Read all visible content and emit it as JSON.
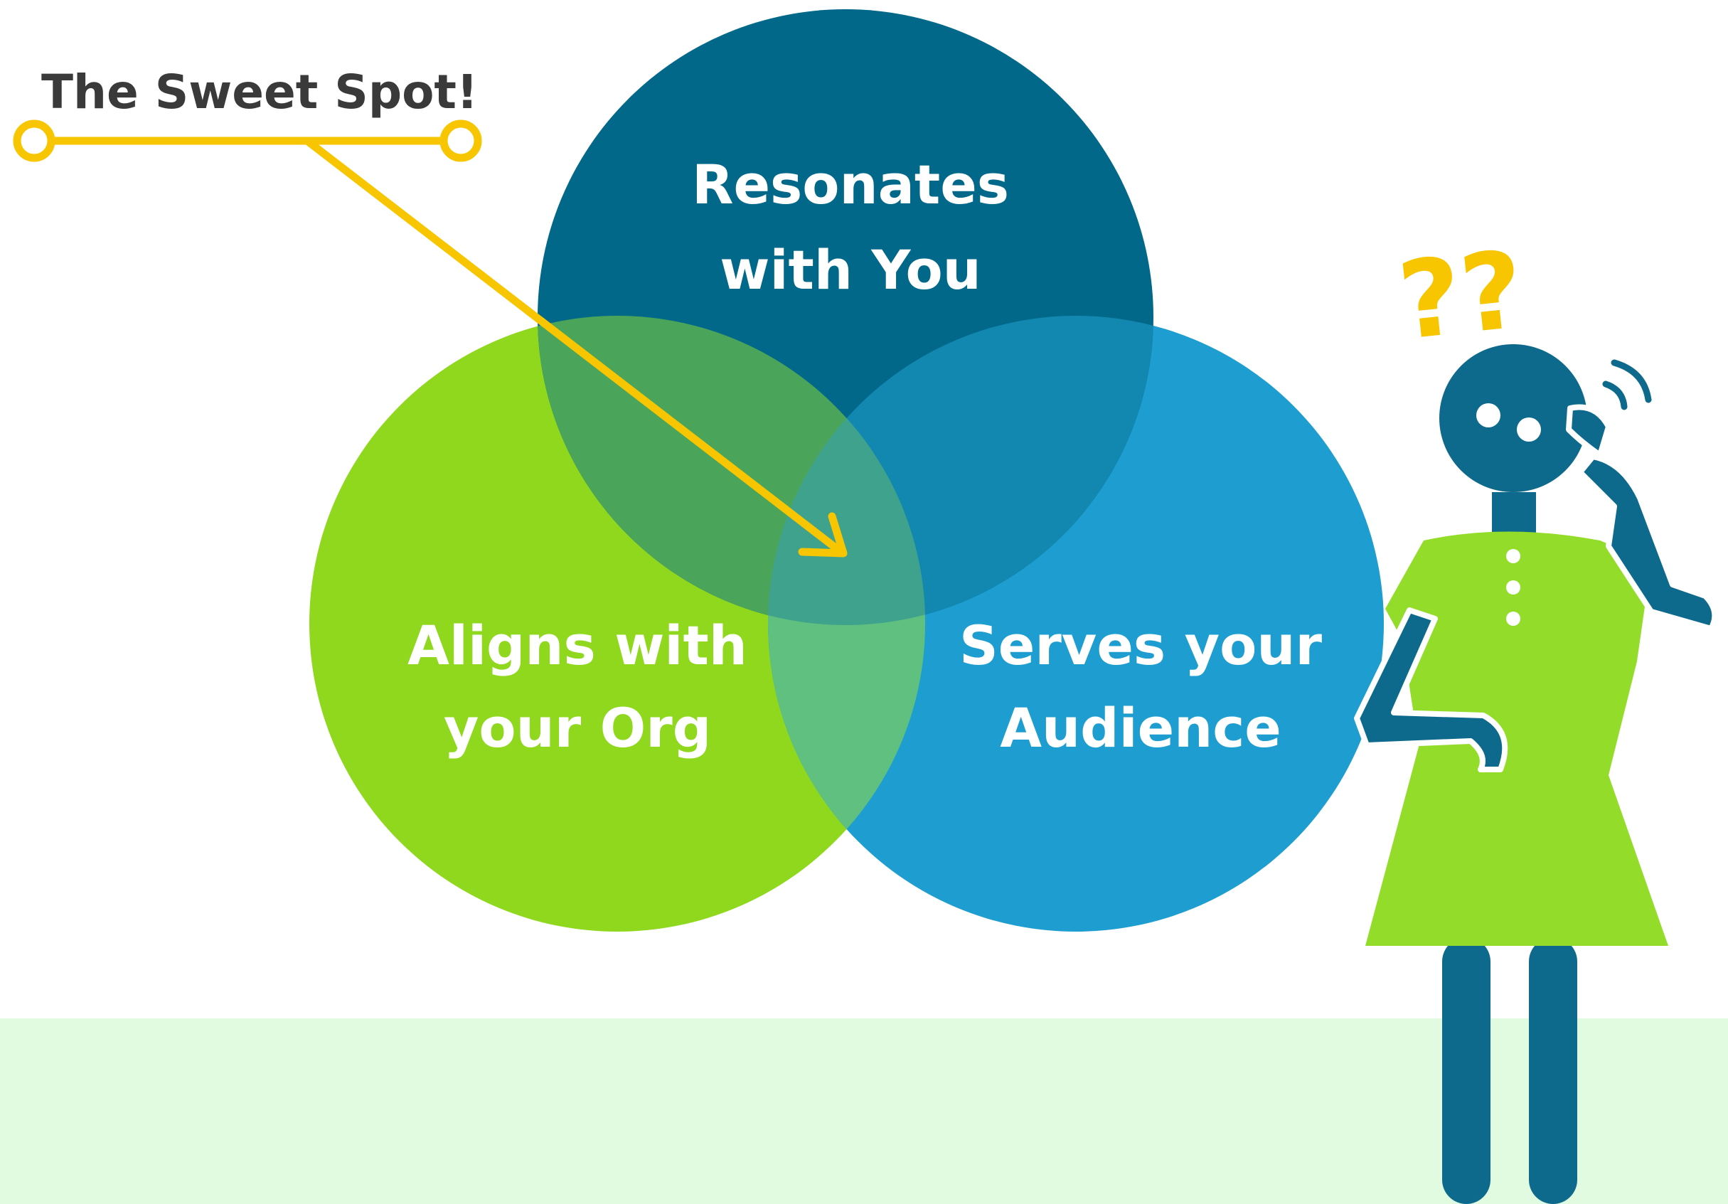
{
  "callout": {
    "text": "The Sweet Spot!"
  },
  "circles": [
    {
      "id": "top",
      "line1": "Resonates",
      "line2": "with You",
      "color": "#005f80"
    },
    {
      "id": "left",
      "line1": "Aligns with",
      "line2": "your Org",
      "color": "#8fd81e"
    },
    {
      "id": "right",
      "line1": "Serves your",
      "line2": "Audience",
      "color": "#1a97cc"
    }
  ],
  "figure": {
    "question_marks": "??"
  },
  "colors": {
    "background": "#ffffff",
    "ground": "#e1fbe0",
    "callout_accent": "#f7c600",
    "figure_body": "#0e6a8c",
    "figure_dress": "#93dd2a"
  }
}
